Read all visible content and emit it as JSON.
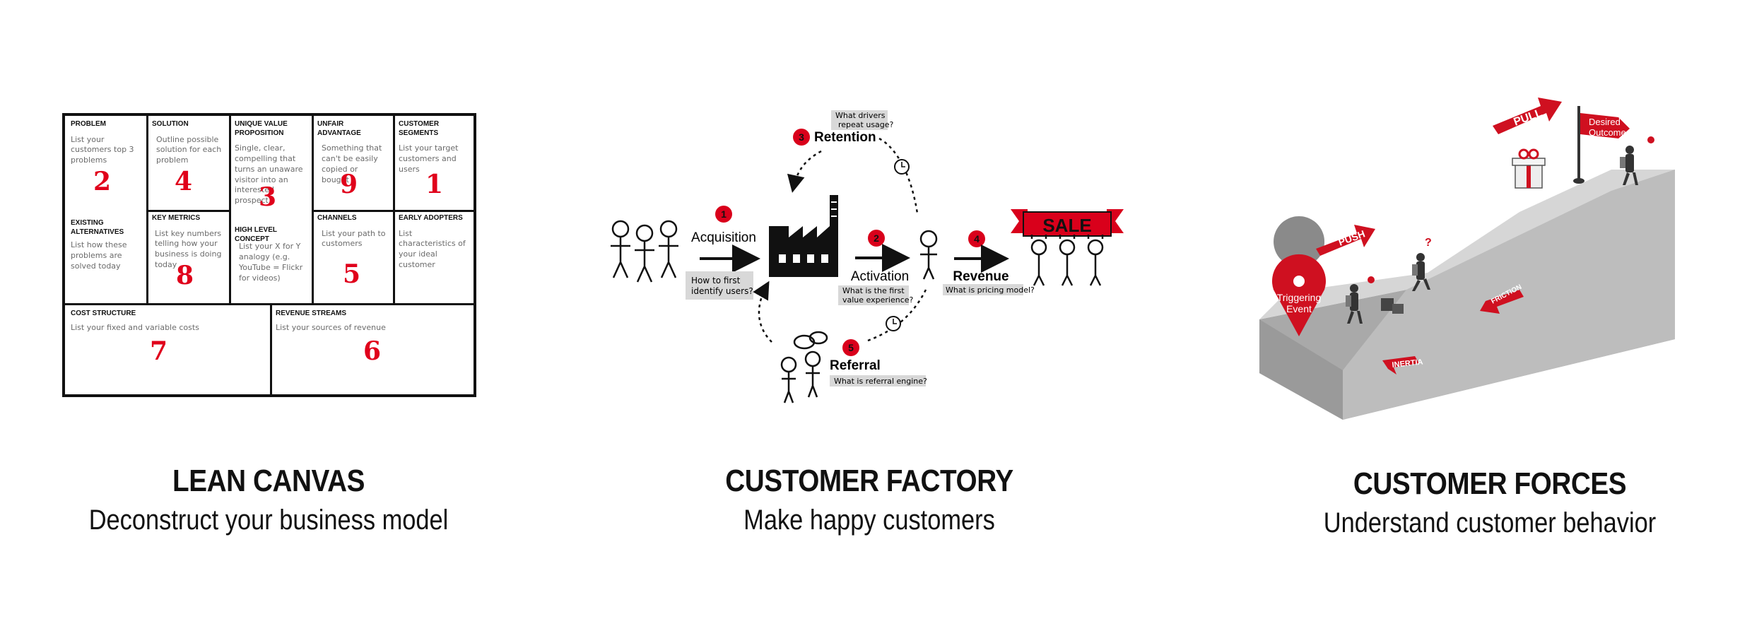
{
  "lean_canvas": {
    "title": "LEAN CANVAS",
    "subtitle": "Deconstruct your business model",
    "cells": {
      "problem": {
        "heading": "PROBLEM",
        "text": "List your customers top 3 problems",
        "number": "2"
      },
      "existing": {
        "heading": "EXISTING ALTERNATIVES",
        "text": "List how these problems are solved today"
      },
      "solution": {
        "heading": "SOLUTION",
        "text": "Outline possible solution for each problem",
        "number": "4"
      },
      "key_metrics": {
        "heading": "KEY METRICS",
        "text": "List key numbers telling how your business is doing today",
        "number": "8"
      },
      "uvp": {
        "heading": "UNIQUE VALUE PROPOSITION",
        "text": "Single, clear, compelling that turns an unaware visitor into an interested prospect",
        "number": "3"
      },
      "high_level": {
        "heading": "HIGH LEVEL CONCEPT",
        "text": "List your X for Y analogy (e.g. YouTube = Flickr for videos)"
      },
      "unfair": {
        "heading": "UNFAIR ADVANTAGE",
        "text": "Something that can't be easily copied or bought",
        "number": "9"
      },
      "channels": {
        "heading": "CHANNELS",
        "text": "List your path to customers",
        "number": "5"
      },
      "segments": {
        "heading": "CUSTOMER SEGMENTS",
        "text": "List your target customers and users",
        "number": "1"
      },
      "early": {
        "heading": "EARLY ADOPTERS",
        "text": "List characteristics of your ideal customer"
      },
      "cost": {
        "heading": "COST STRUCTURE",
        "text": "List your fixed and variable costs",
        "number": "7"
      },
      "revenue": {
        "heading": "REVENUE STREAMS",
        "text": "List your sources of revenue",
        "number": "6"
      }
    }
  },
  "customer_factory": {
    "title": "CUSTOMER FACTORY",
    "subtitle": "Make happy customers",
    "steps": [
      {
        "num": "1",
        "label": "Acquisition",
        "question": [
          "How to first",
          "identify users?"
        ]
      },
      {
        "num": "2",
        "label": "Activation",
        "question": [
          "What is the first",
          "value experience?"
        ]
      },
      {
        "num": "3",
        "label": "Retention",
        "question": [
          "What drivers",
          "repeat usage?"
        ]
      },
      {
        "num": "4",
        "label": "Revenue",
        "question": [
          "What is pricing model?"
        ]
      },
      {
        "num": "5",
        "label": "Referral",
        "question": [
          "What is referral engine?"
        ]
      }
    ],
    "banner": "SALE"
  },
  "customer_forces": {
    "title": "CUSTOMER FORCES",
    "subtitle": "Understand customer behavior",
    "labels": {
      "trigger": [
        "Triggering",
        "Event"
      ],
      "push": "PUSH",
      "pull": "PULL",
      "outcome": [
        "Desired",
        "Outcome"
      ],
      "friction": "FRICTION",
      "inertia": "INERTIA"
    }
  },
  "colors": {
    "accent": "#d9001b",
    "ink": "#111111",
    "muted": "#6b6b6b",
    "slope": "#c9c9c9"
  }
}
